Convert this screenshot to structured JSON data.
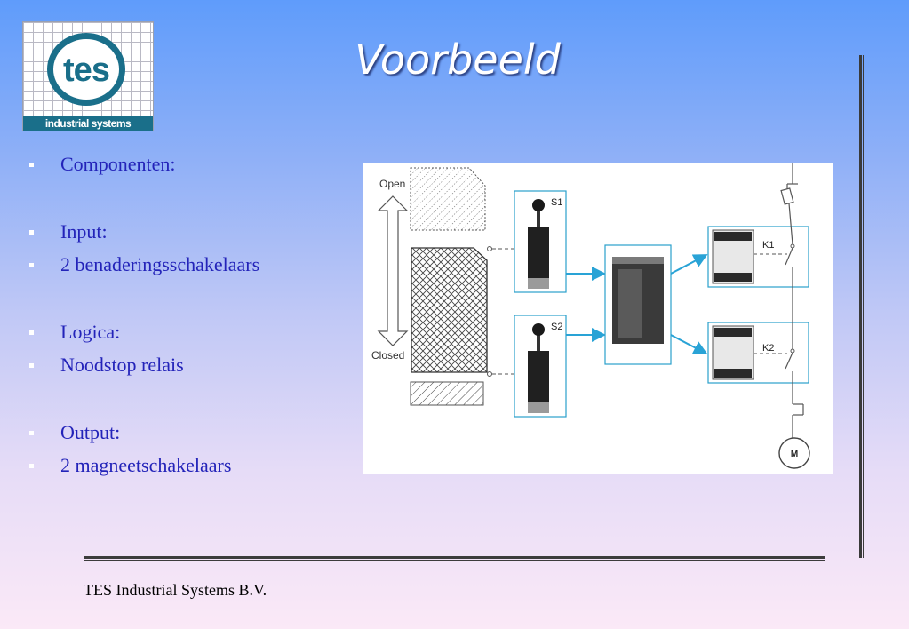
{
  "logo": {
    "word": "tes",
    "tagline": "industrial systems"
  },
  "title": "Voorbeeld",
  "bullets": [
    {
      "text": "Componenten:"
    },
    {
      "text": " Input:"
    },
    {
      "text": "2 benaderingsschakelaars"
    },
    {
      "text": "Logica:"
    },
    {
      "text": "Noodstop relais"
    },
    {
      "text": "Output:"
    },
    {
      "text": " 2 magneetschakelaars"
    }
  ],
  "diagram": {
    "open_label": "Open",
    "closed_label": "Closed",
    "switch1_label": "S1",
    "switch2_label": "S2",
    "contactor1_label": "K1",
    "contactor2_label": "K2",
    "motor_label": "M"
  },
  "footer": "TES Industrial Systems B.V.",
  "colors": {
    "bullet_text": "#2323b9",
    "accent": "#1a6f8a",
    "arrow": "#29a3d6"
  }
}
